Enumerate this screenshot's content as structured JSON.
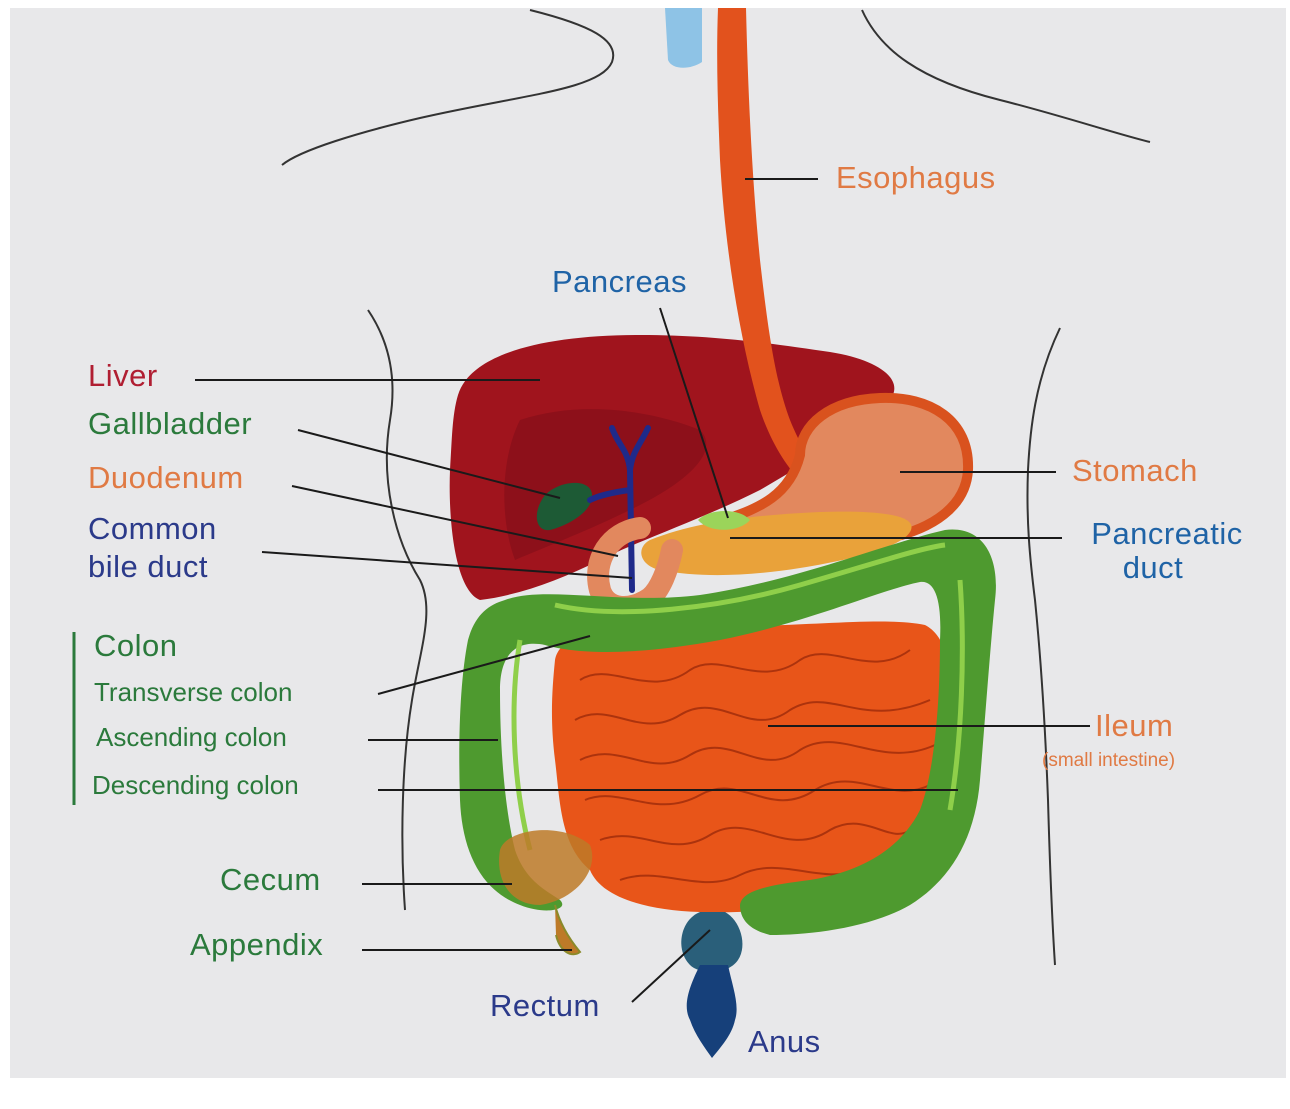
{
  "colors": {
    "background": "#e8e8ea",
    "liver": "#a0141d",
    "liver_shadow": "#7e0d17",
    "gallbladder": "#1d5a35",
    "bile_duct": "#1f2a8a",
    "esophagus": "#e2521d",
    "stomach": "#e2885e",
    "stomach_outline": "#d9521e",
    "pancreas": "#e9a23a",
    "colon": "#4e9a2f",
    "colon_highlight": "#8fcf4a",
    "small_intestine": "#e85519",
    "rectum": "#2a5f7a",
    "anus": "#16407a",
    "leader_line": "#1a1a1a",
    "body_outline": "#333333",
    "label_orange": "#e07a44",
    "label_red": "#b01e32",
    "label_green": "#2b7a3c",
    "label_blue": "#1f63a6",
    "label_navy": "#2b3a8a"
  },
  "labels": {
    "esophagus": "Esophagus",
    "pancreas": "Pancreas",
    "liver": "Liver",
    "gallbladder": "Gallbladder",
    "duodenum": "Duodenum",
    "common_bile_duct_1": "Common",
    "common_bile_duct_2": "bile duct",
    "stomach": "Stomach",
    "pancreatic_duct_1": "Pancreatic",
    "pancreatic_duct_2": "duct",
    "colon": "Colon",
    "transverse_colon": "Transverse colon",
    "ascending_colon": "Ascending colon",
    "descending_colon": "Descending colon",
    "ileum": "Ileum",
    "ileum_sub": "(small intestine)",
    "cecum": "Cecum",
    "appendix": "Appendix",
    "rectum": "Rectum",
    "anus": "Anus"
  }
}
